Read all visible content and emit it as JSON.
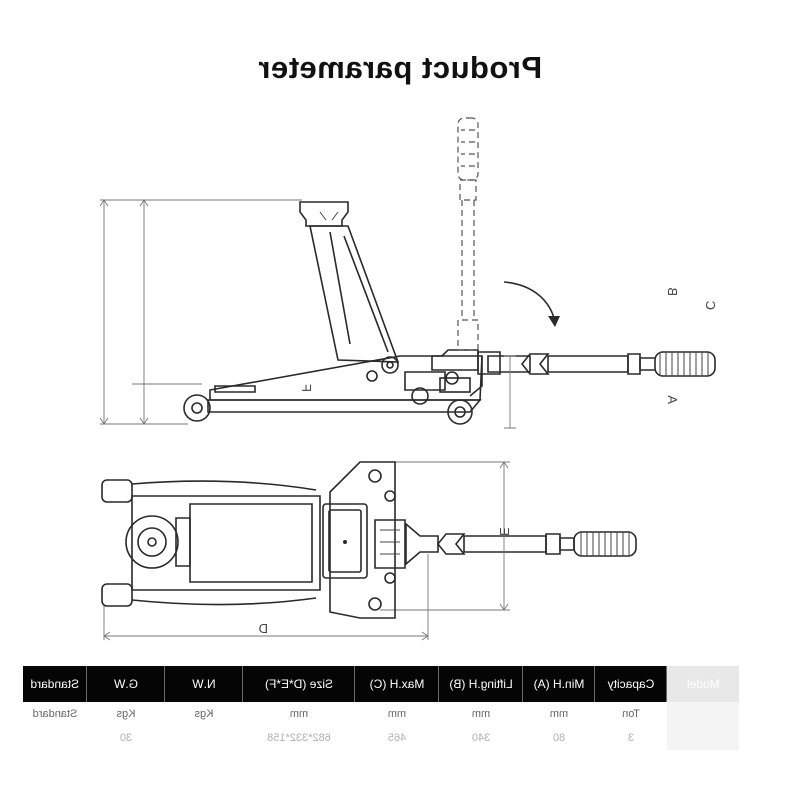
{
  "title": "Product parameter",
  "dimension_labels": {
    "A": "A",
    "B": "B",
    "C": "C",
    "D": "D",
    "E": "E",
    "F": "F"
  },
  "table": {
    "headers": [
      "Model",
      "Capacity",
      "Min.H (A)",
      "Lifting.H (B)",
      "Max.H (C)",
      "Size (D*E*F)",
      "N.W",
      "G.W",
      "Standard"
    ],
    "units": [
      "",
      "Ton",
      "mm",
      "mm",
      "mm",
      "mm",
      "Kgs",
      "Kgs",
      "Standard"
    ],
    "values": [
      "",
      "3",
      "80",
      "340",
      "465",
      "682*332*158",
      "",
      "30",
      ""
    ]
  }
}
